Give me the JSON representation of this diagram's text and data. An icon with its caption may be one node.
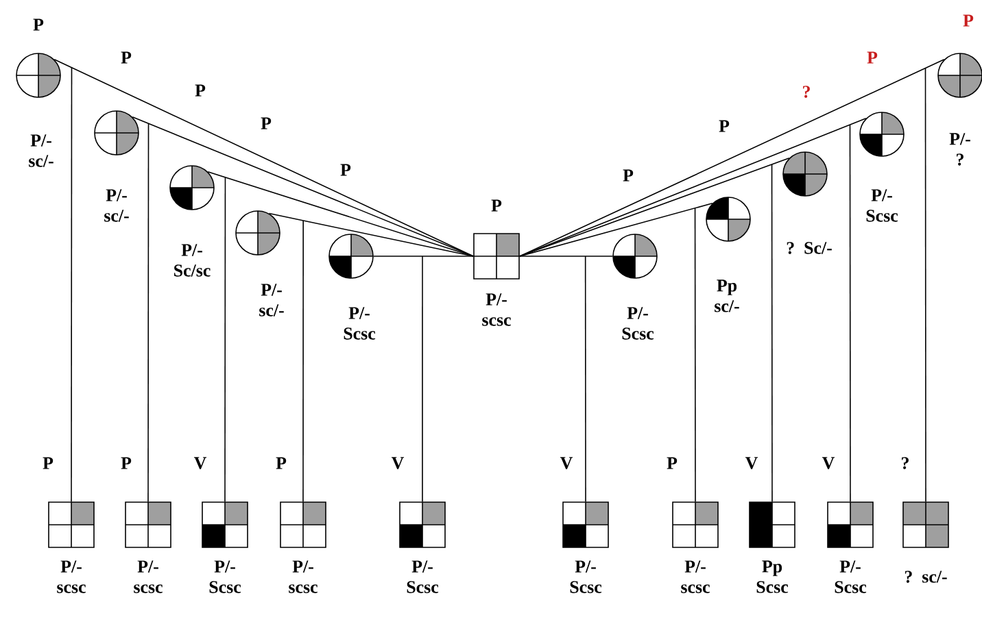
{
  "diagram": {
    "nodes": [
      {
        "text": [
          "P",
          "P/- scsc"
        ]
      },
      {
        "text": [
          "P/- sc/-"
        ]
      },
      {
        "text": [
          "P/- sc/-"
        ]
      },
      {
        "text": [
          "P/- Sc/sc"
        ]
      },
      {
        "text": [
          "P/- sc/-"
        ]
      },
      {
        "text": [
          "P/- Scsc"
        ]
      },
      {
        "text": [
          "P/- Scsc"
        ]
      },
      {
        "text": [
          "Pp sc/-"
        ]
      },
      {
        "text": [
          "? Sc/-"
        ]
      },
      {
        "text": [
          "P/- Scsc"
        ]
      },
      {
        "text": [
          "P/- ?"
        ]
      },
      {
        "text": [
          "P",
          "P/- scsc"
        ]
      },
      {
        "text": [
          "P",
          "P/- scsc"
        ]
      },
      {
        "text": [
          "V",
          "P/- Scsc"
        ]
      },
      {
        "text": [
          "P",
          "P/- scsc"
        ]
      },
      {
        "text": [
          "V",
          "P/- Scsc"
        ]
      },
      {
        "text": [
          "V",
          "P/- Scsc"
        ]
      },
      {
        "text": [
          "P",
          "P/- scsc"
        ]
      },
      {
        "text": [
          "V",
          "Pp Scsc"
        ]
      },
      {
        "text": [
          "V",
          "P/- Scsc"
        ]
      },
      {
        "text": [
          "?",
          "? sc/-"
        ]
      }
    ],
    "edges": [
      {
        "from": 0,
        "to": 1,
        "arrow": "none"
      },
      {
        "from": 0,
        "to": 2,
        "arrow": "none"
      },
      {
        "from": 0,
        "to": 3,
        "arrow": "none"
      },
      {
        "from": 0,
        "to": 4,
        "arrow": "none"
      },
      {
        "from": 0,
        "to": 5,
        "arrow": "none"
      },
      {
        "from": 0,
        "to": 6,
        "arrow": "none"
      },
      {
        "from": 0,
        "to": 7,
        "arrow": "none"
      },
      {
        "from": 0,
        "to": 8,
        "arrow": "none"
      },
      {
        "from": 0,
        "to": 9,
        "arrow": "none"
      },
      {
        "from": 0,
        "to": 10,
        "arrow": "none"
      },
      {
        "from": 1,
        "to": 11,
        "arrow": "none"
      },
      {
        "from": 2,
        "to": 12,
        "arrow": "none"
      },
      {
        "from": 3,
        "to": 13,
        "arrow": "none"
      },
      {
        "from": 4,
        "to": 14,
        "arrow": "none"
      },
      {
        "from": 5,
        "to": 15,
        "arrow": "none"
      },
      {
        "from": 6,
        "to": 16,
        "arrow": "none"
      },
      {
        "from": 7,
        "to": 17,
        "arrow": "none"
      },
      {
        "from": 8,
        "to": 18,
        "arrow": "none"
      },
      {
        "from": 9,
        "to": 19,
        "arrow": "none"
      },
      {
        "from": 10,
        "to": 20,
        "arrow": "none"
      }
    ],
    "labels": [
      "P",
      "P",
      "P",
      "P",
      "P",
      "P",
      "P",
      "?",
      "P",
      "P"
    ]
  }
}
